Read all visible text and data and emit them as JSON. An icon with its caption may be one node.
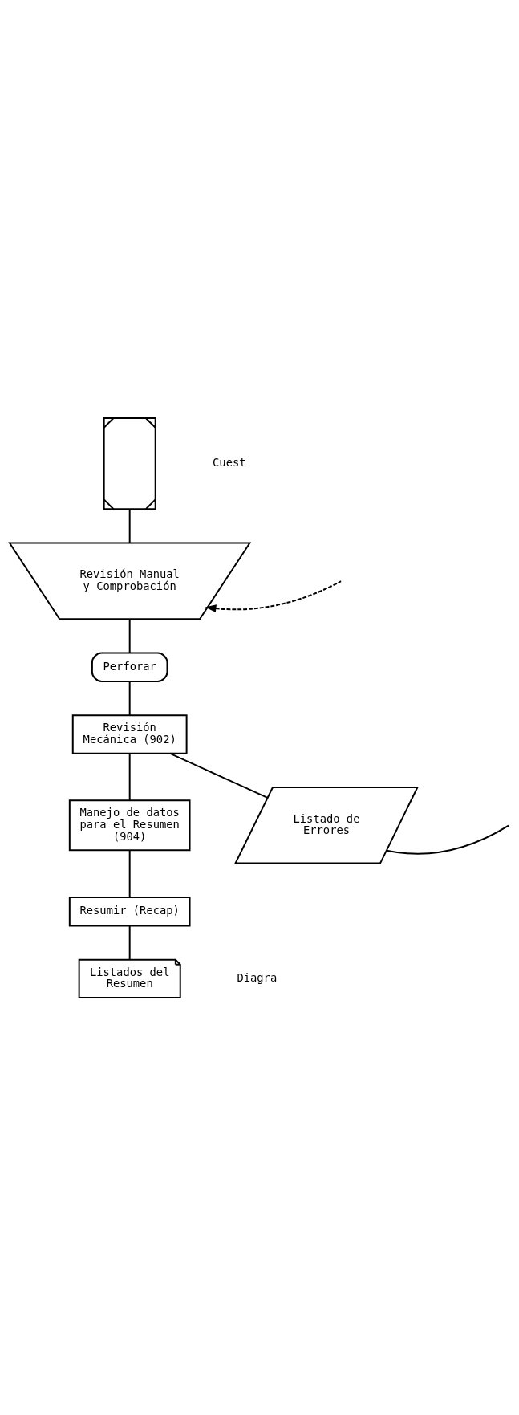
{
  "diagram": {
    "nodes": [
      {
        "text": [],
        "shape": "tape"
      },
      {
        "text": [
          "Revisión Manual y Comprobación"
        ]
      },
      {
        "text": [
          "Perforar"
        ]
      },
      {
        "text": [
          "Revisión Mecánica (902)"
        ]
      },
      {
        "text": [
          "Listado de Errores"
        ]
      },
      {
        "text": [
          "Manejo de datos para el Resumen (904)"
        ]
      },
      {
        "text": [
          "Resumir (Recap)"
        ]
      },
      {
        "text": [
          "Listados del Resumen"
        ]
      }
    ],
    "edges": [
      {
        "from": 0,
        "to": 1,
        "arrow": "none"
      },
      {
        "from": null,
        "to": 1,
        "arrow": "to",
        "style": "dashed"
      },
      {
        "from": 1,
        "to": 2,
        "arrow": "none"
      },
      {
        "from": 2,
        "to": 3,
        "arrow": "none"
      },
      {
        "from": 3,
        "to": 5,
        "arrow": "none"
      },
      {
        "from": 3,
        "to": 4,
        "arrow": "none"
      },
      {
        "from": 4,
        "to": null,
        "arrow": "none"
      },
      {
        "from": 5,
        "to": 6,
        "arrow": "none"
      },
      {
        "from": 6,
        "to": 7,
        "arrow": "none"
      }
    ],
    "labels": [
      "Cuest",
      "Diagra"
    ]
  }
}
